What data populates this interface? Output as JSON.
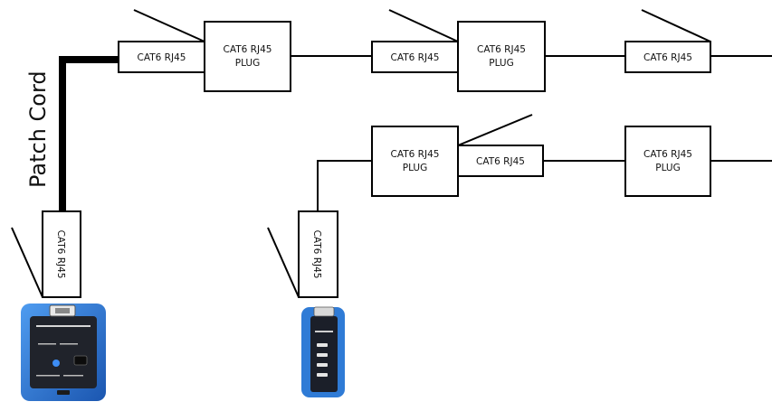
{
  "labels": {
    "patch_cord": "Patch Cord",
    "jack": "CAT6 RJ45",
    "plug_line1": "CAT6 RJ45",
    "plug_line2": "PLUG"
  },
  "colors": {
    "line": "#000000",
    "tester_blue": "#2f7bd6",
    "tester_dark": "#1d4f9a",
    "tester_face": "#20232b",
    "background": "#ffffff"
  },
  "devices": {
    "main_tester": "network-cable-tester-main-unit",
    "remote_tester": "network-cable-tester-remote-unit"
  }
}
